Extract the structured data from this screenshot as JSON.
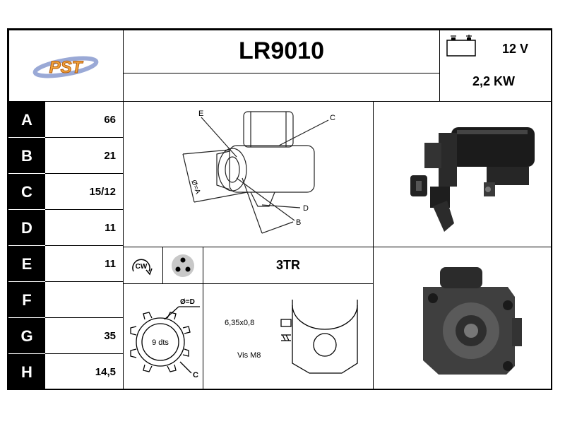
{
  "header": {
    "logo_text": "PST",
    "reference": "LR9010",
    "voltage": "12 V",
    "power": "2,2 KW",
    "battery_icon": "battery-icon"
  },
  "dimensions": [
    {
      "letter": "A",
      "value": "66"
    },
    {
      "letter": "B",
      "value": "21"
    },
    {
      "letter": "C",
      "value": "15/12"
    },
    {
      "letter": "D",
      "value": "11"
    },
    {
      "letter": "E",
      "value": "11"
    },
    {
      "letter": "F",
      "value": ""
    },
    {
      "letter": "G",
      "value": "35"
    },
    {
      "letter": "H",
      "value": "14,5"
    }
  ],
  "drawing_labels": {
    "e": "E",
    "c": "C",
    "d": "D",
    "b": "B",
    "phi_a": "Ø=A"
  },
  "rotation": {
    "label": "CW",
    "icon": "clockwise-arrow-icon"
  },
  "mount_icon": "three-hole-flange-icon",
  "mounting_code": "3TR",
  "pinion": {
    "teeth": "9 dts",
    "diameter_label": "Ø=D",
    "c_label": "C"
  },
  "terminal": {
    "size": "6,35x0,8",
    "screw": "Vis M8"
  }
}
